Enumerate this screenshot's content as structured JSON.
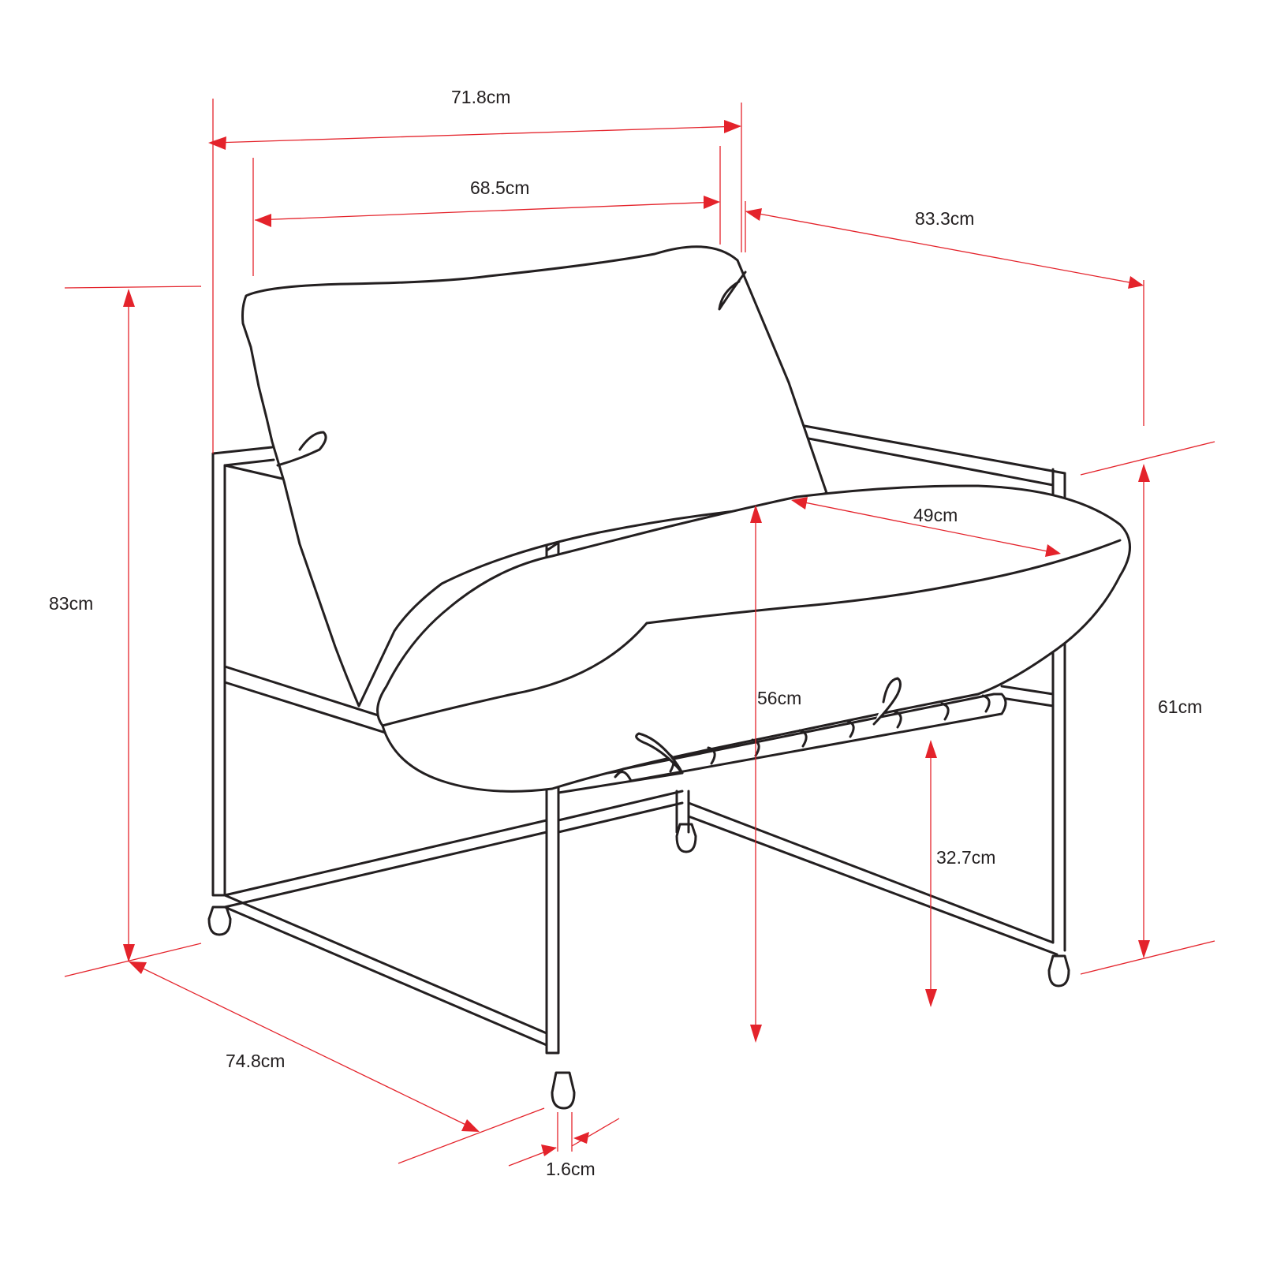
{
  "diagram": {
    "subject": "lounge armchair",
    "dimensions": {
      "overall_width": "71.8cm",
      "inner_width": "68.5cm",
      "overall_depth_top": "83.3cm",
      "seat_depth": "49cm",
      "overall_height": "83cm",
      "seat_height": "56cm",
      "arm_height": "61cm",
      "seat_clearance": "32.7cm",
      "overall_depth_base": "74.8cm",
      "tube_thickness": "1.6cm"
    }
  },
  "colors": {
    "dimension_lines": "#e4232b",
    "outline": "#231f20",
    "background": "#ffffff"
  }
}
